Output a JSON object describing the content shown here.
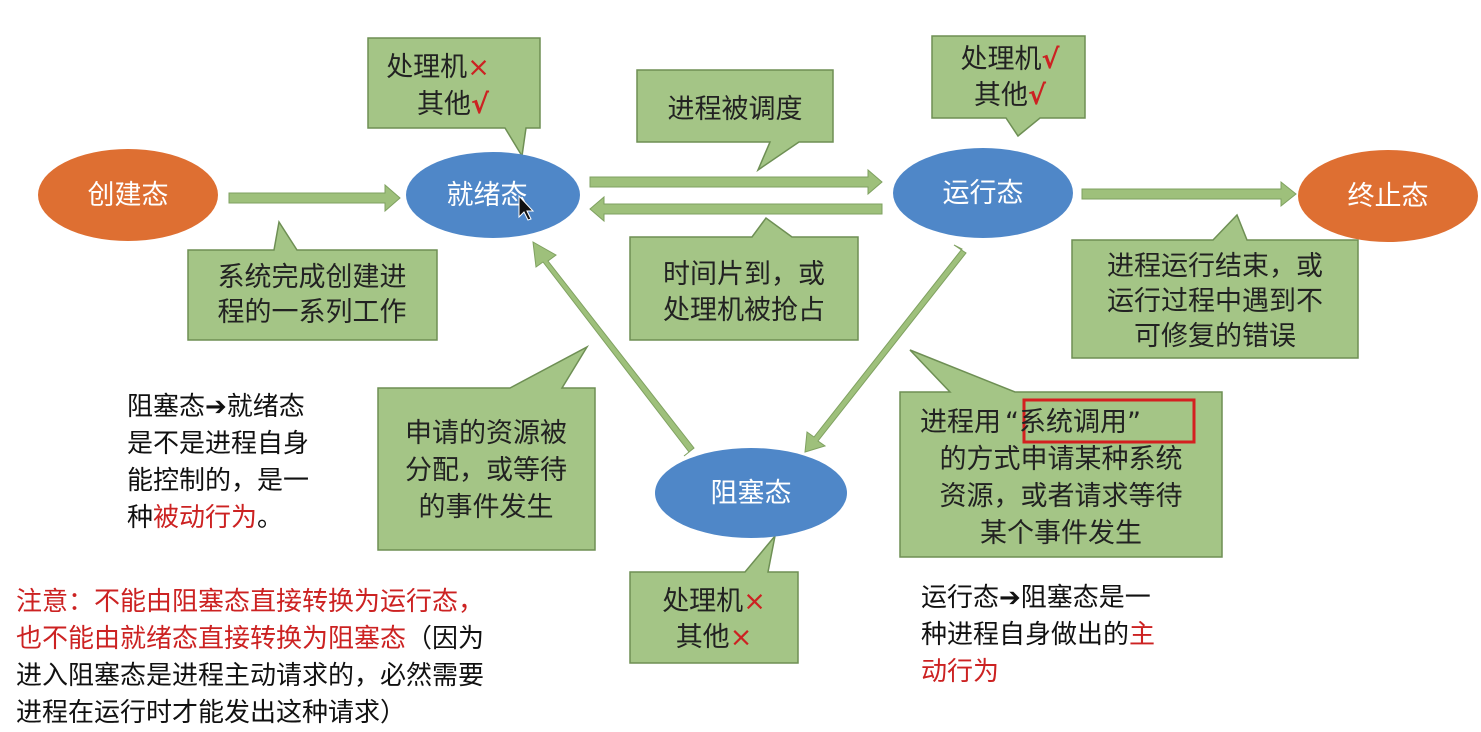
{
  "colors": {
    "state_orange": "#de6f32",
    "state_blue": "#4f87c8",
    "arrow_green": "#9ec07b",
    "callout_fill": "#a4c586",
    "callout_border": "#6e8f54",
    "red_text": "#cc2222",
    "highlight_box": "#d42020"
  },
  "states": {
    "create": "创建态",
    "ready": "就绪态",
    "running": "运行态",
    "terminated": "终止态",
    "blocked": "阻塞态"
  },
  "callouts": {
    "ready_resources": {
      "line1_label": "处理机",
      "line1_mark": "×",
      "line2_label": "其他",
      "line2_mark": "√"
    },
    "scheduled": "进程被调度",
    "running_resources": {
      "line1_label": "处理机",
      "line1_mark": "√",
      "line2_label": "其他",
      "line2_mark": "√"
    },
    "create_done": {
      "line1": "系统完成创建进",
      "line2": "程的一系列工作"
    },
    "timeslice": {
      "line1": "时间片到，或",
      "line2": "处理机被抢占"
    },
    "terminate_reason": {
      "line1": "进程运行结束，或",
      "line2": "运行过程中遇到不",
      "line3": "可修复的错误"
    },
    "wake_up": {
      "line1": "申请的资源被",
      "line2": "分配，或等待",
      "line3": "的事件发生"
    },
    "syscall": {
      "line1_pre": "进程用",
      "line1_boxed": "“系统调用”",
      "line2": "的方式申请某种系统",
      "line3": "资源，或者请求等待",
      "line4": "某个事件发生"
    },
    "blocked_resources": {
      "line1_label": "处理机",
      "line1_mark": "×",
      "line2_label": "其他",
      "line2_mark": "×"
    }
  },
  "notes": {
    "passive": {
      "line1": "阻塞态➔就绪态",
      "line2": "是不是进程自身",
      "line3": "能控制的，是一",
      "line4_pre": "种",
      "line4_red": "被动行为",
      "line4_post": "。"
    },
    "active": {
      "line1": "运行态➔阻塞态是一",
      "line2_pre": "种进程自身做出的",
      "line2_red": "主",
      "line3_red": "动行为"
    },
    "warning": {
      "line1_red": "注意：不能由阻塞态直接转换为运行态，",
      "line2_red": "也不能由就绪态直接转换为阻塞态",
      "line2_post": "（因为",
      "line3": "进入阻塞态是进程主动请求的，必然需要",
      "line4": "进程在运行时才能发出这种请求）"
    }
  }
}
